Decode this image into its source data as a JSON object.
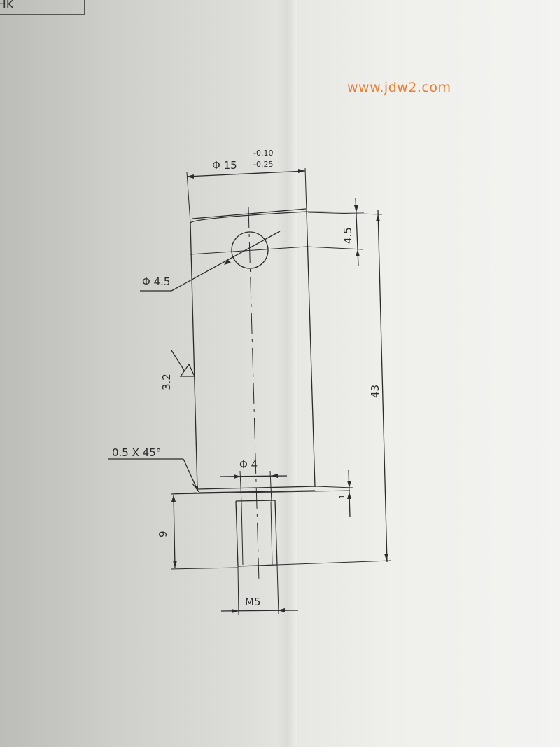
{
  "watermark": "www.jdw2.com",
  "corner_text": "HK",
  "dimensions": {
    "outer_diameter": "Φ 15",
    "tolerance_upper": "-0.10",
    "tolerance_lower": "-0.25",
    "hole_diameter": "Φ 4.5",
    "hole_offset": "4.5",
    "total_length": "43",
    "roughness": "3.2",
    "chamfer": "0.5  X 45°",
    "pin_diameter": "Φ 4",
    "step": "1",
    "thread_length": "9",
    "thread": "M5"
  },
  "colors": {
    "watermark": "#f07a2a",
    "line": "#2b2b2b"
  }
}
